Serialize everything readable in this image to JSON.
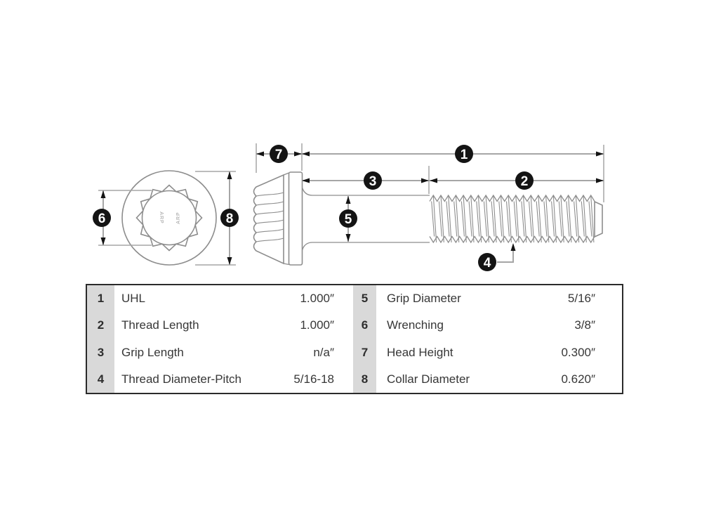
{
  "diagram": {
    "callouts": [
      "1",
      "2",
      "3",
      "4",
      "5",
      "6",
      "7",
      "8"
    ],
    "brand_text_left": "ARP",
    "brand_text_right": "ARP"
  },
  "table": {
    "left_rows": [
      {
        "num": "1",
        "label": "UHL",
        "value": "1.000″"
      },
      {
        "num": "2",
        "label": "Thread Length",
        "value": "1.000″"
      },
      {
        "num": "3",
        "label": "Grip Length",
        "value": "n/a″"
      },
      {
        "num": "4",
        "label": "Thread Diameter-Pitch",
        "value": "5/16-18"
      }
    ],
    "right_rows": [
      {
        "num": "5",
        "label": "Grip Diameter",
        "value": "5/16″"
      },
      {
        "num": "6",
        "label": "Wrenching",
        "value": "3/8″"
      },
      {
        "num": "7",
        "label": "Head Height",
        "value": "0.300″"
      },
      {
        "num": "8",
        "label": "Collar Diameter",
        "value": "0.620″"
      }
    ]
  },
  "colors": {
    "line_gray": "#8d8d8d",
    "dim_gray": "#a6a6a6",
    "badge_black": "#141414",
    "badge_text": "#ffffff",
    "stripe_gray": "#d9d9d9",
    "border_dark": "#2b2b2b",
    "text_dark": "#373737"
  }
}
